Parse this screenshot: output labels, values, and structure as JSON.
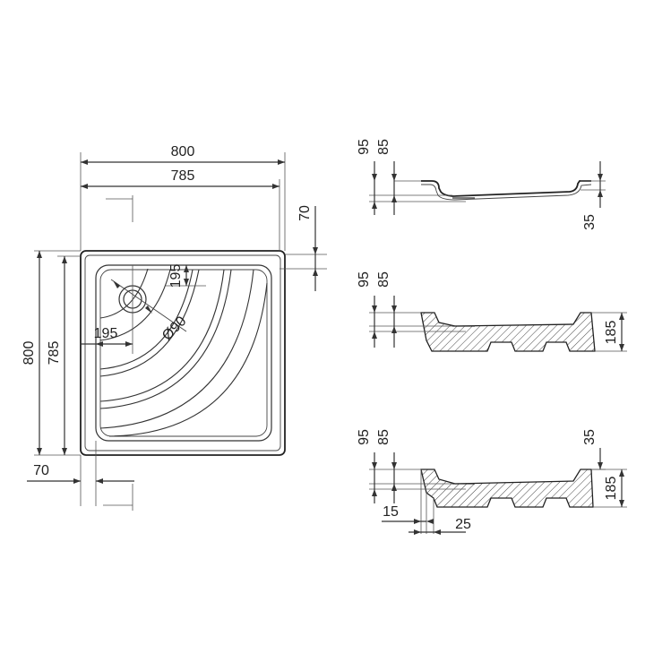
{
  "top_view": {
    "width_outer": "800",
    "width_inner": "785",
    "height_outer": "800",
    "height_inner": "785",
    "right_offset": "70",
    "bottom_offset": "70",
    "drain_y": "195",
    "drain_x": "195",
    "drain_diameter": "Ø90"
  },
  "section_1": {
    "dim_a": "95",
    "dim_b": "85",
    "dim_right": "35"
  },
  "section_2": {
    "dim_a": "95",
    "dim_b": "85",
    "dim_right": "185"
  },
  "section_3": {
    "dim_a": "95",
    "dim_b": "85",
    "dim_right_top": "35",
    "dim_right": "185",
    "dim_bottom_a": "15",
    "dim_bottom_b": "25"
  }
}
